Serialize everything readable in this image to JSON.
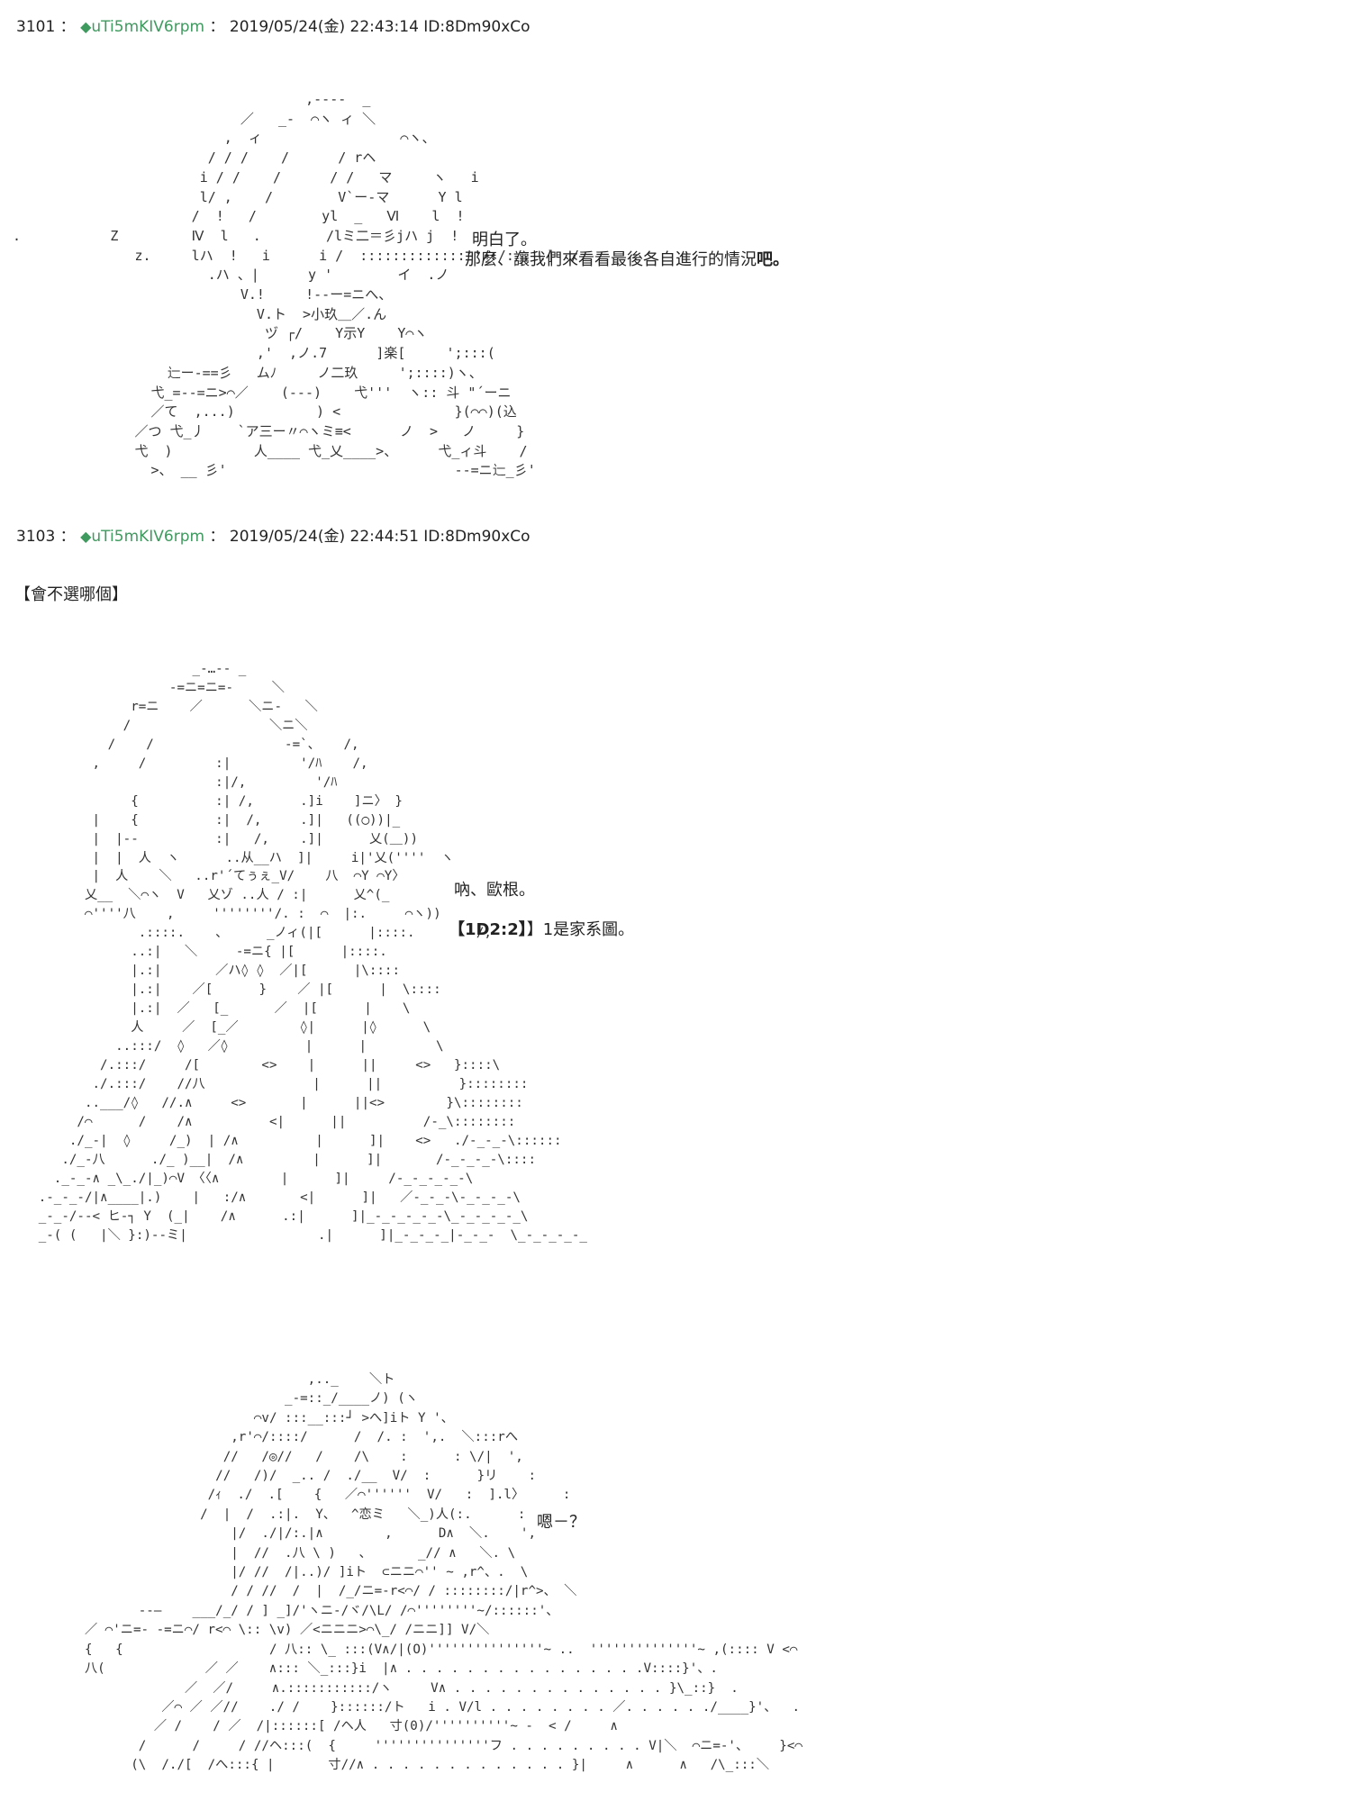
{
  "posts": [
    {
      "number": "3101",
      "separator": "：",
      "diamond": "◆",
      "trip": "uTi5mKIV6rpm",
      "colon": "：",
      "datetime": "2019/05/24(金) 22:43:14 ID:8Dm90xCo",
      "lines": [
        "明白了。",
        "那麼、讓我們來看看最後各自進行的情況",
        "吧。"
      ],
      "aa": "                                    ,--‐-  _\n                            ／   _-  ⌒ヽ ィ ＼\n                          ,  ィ                 ⌒ヽ、\n                        / / /    /      / rヘ\n                       i / /    /      / /   マ     ヽ   i\n                       l/ ,    /        V`ー‐マ      Y l\n                      /  !   /        yl  _   Ⅵ    l  !\n.           Z         Ⅳ  l   .        /lミ二＝彡jハ j  !\n               z.     lハ  !   i      i /  :::::::::::::''/:/:/.'.]  /\n                        .ハ 、|      y '        イ  .ノ\n                            V.!     !--ー=ニへ、\n                              V.ト  >小玖＿／.ん\n                               ヅ ┌/    Y示Y    Y⌒ヽ\n                              ,'  ,ノ.7      ]楽[     ';:::(\n                   辷ー-==彡   ムﾉ     ノ二玖     ';::::)ヽ、\n                 弋_=--=ニ>⌒／    (‐‐‐)    弋'''  ヽ:: 斗 \"´ーニ\n                 ／て  ,...)          ) <              }(⌒⌒)(込\n               ／つ 弋_丿    `ア三ー〃⌒ヽミ≡<      ノ  >   ノ     }\n               弋  )          人____ 弋_乂____>、     弋_ィ斗    /\n                 >、 __ 彡'                            ‐‐=ニ辷_彡'"
    },
    {
      "number": "3103",
      "separator": "：",
      "diamond": "◆",
      "trip": "uTi5mKIV6rpm",
      "colon": "：",
      "datetime": "2019/05/24(金) 22:44:51 ID:8Dm90xCo",
      "title": "【會不選哪個】",
      "lines_a": [
        "吶、歐根。"
      ],
      "dice_prefix": "【",
      "dice": "【1D2:2】",
      "dice_suffix": "】1是家系圖。",
      "line_b": "嗯－？",
      "aa_a": "                         _-…-- _\n                      -=ニ=ニ=-     ＼\n                 r=ニ    ／      ＼ニ-   ＼\n                /                  ＼ニ＼\n              /    /                 -=`、   /,\n            ,     /         :|         '/ﾊ    /,\n                            :|/,         '/ﾊ\n                 {          :| /,      .]i    ]ニ〉 }\n            |    {          :|  /,     .]|   ((◯))|_\n            |  |--          :|   /,    .]|      乂(＿))\n            |  |  人  ヽ      ..从__ハ  ]|     i|'乂(''''  ヽ\n            |  人    ＼   ..r'´てぅぇ_V/    八  ⌒Y ⌒Y〉\n           乂__  ＼⌒ヽ  V   乂ゾ ..人 / :|      乂^(_\n           ⌒''''八    ,     ''''''''/. :  ⌒  |:.     ⌒ヽ))\n                  .::::.    、     _ノィ(|[      |::::.        /,\n                 ..:|   ＼     -=ニ{ |[      |::::.\n                 |.:|       ／ハ◊ ◊  ／|[      |\\::::\n                 |.:|    ／[      }    ／ |[      |  \\::::\n                 |.:|  ／   [_      ／  |[      |    \\\n                 人     ／  [_／        ◊|      |◊      \\\n               ..:::/  ◊   ／◊          |      |         \\\n             /.:::/     /[        <>    |      ||     <>   }::::\\\n            ./.:::/    //八              |      ||          }::::::::\n           ..___/◊   //.∧     <>       |      ||<>        }\\::::::::\n          /⌒      /    /∧          <|      ||          /-_\\::::::::\n         ./_-|  ◊     /_)  | /∧          |      ]|    <>   ./-_-_-\\::::::\n        ./_-八      ./_ )__|  /∧         |      ]|       /-_-_-_-\\::::\n       ._-_-∧ _\\_./|_)⌒V 〈〈∧        |      ]|     /-_-_-_-_-\\\n     .-_-_-/|∧____|.)    |   :/∧       <|      ]|   ／-_-_-\\-_-_-_-\\\n     _-_-/--< ヒ‐┐ Y  (_|    /∧      .:|      ]|_-_-_-_-_-\\_-_-_-_-_\\\n     _-( (   |＼ }:)--ミ|                 .|      ]|_-_-_-_|-_-_-  \\_-_-_-_-_",
      "aa_b": "                                        ,.._    ＼ト\n                                     _-=::_/____ノ) (ヽ\n                                 ⌒v/ :::__:::┘ >へ]iト Y '、\n                              ,r'⌒/::::/      /  /. :  ',.  ＼:::rへ\n                             //   /◎//   /    /\\    :      : \\/|  ',\n                            //   /)/  _.. /  ./__  V/  :      }リ    :\n                           /ｨ  ./  .[    {   ／⌒''''''  V/   :  ].l〉     :\n                          /  |  /  .:|.  Y、  ^恋ミ   ＼_)人(:.      :\n                              |/  ./|/:.|∧        ,      D∧  ＼.    ',\n                              |  //  .八 \\ )   、      _// ∧   ＼. \\\n                              |/ //  /|..)/ ]iト  ⊂ニニ⌒'' ~ ,r^、.  \\\n                              / / //  /  |  /_/ニ=-r<⌒/ / ::::::::/|r^>、 ＼\n                  -‐―    ___/_/ / ] _]/'ヽニ-/ヾ/\\L/ /⌒''''''''~/::::::'、\n           ／ ⌒'ニ=- -=ニ⌒/ r<⌒ \\:: \\v) ／<ニニニ>⌒\\_/ /ニニ]] V/＼\n           {   {                   / 八:: \\_ :::(V∧/|(O)'''''''''''''''~ ..  ''''''''''''''~ ,(:::: V <⌒\n           八(             ／ ／    ∧::: ＼_:::}i  |∧ . . . . . . . . . . . . . . . .V::::}'、.\n                        ／  ／/     ∧.:::::::::::/ヽ     V∧ . . . . . . . . . . . . . . }\\_::}  .\n                     ／⌒ ／ ／//    ./ /    }::::::/ト   i . V/l . . . . . . . . ／. . . . . ./____}'、  .\n                    ／ /    / ／  /|::::::[ /ヘ人   寸(0)/''''''''''~ -  < /     ∧\n                  /      /     / //ヘ:::(  {     '''''''''''''''フ . . . . . . . . . V|＼  ⌒ニ=-'、    }<⌒\n                 (\\  /./[  /へ:::{ |       寸//∧ . . . . . . . . . . . . . }|     ∧      ∧   /\\_:::＼"
    }
  ]
}
